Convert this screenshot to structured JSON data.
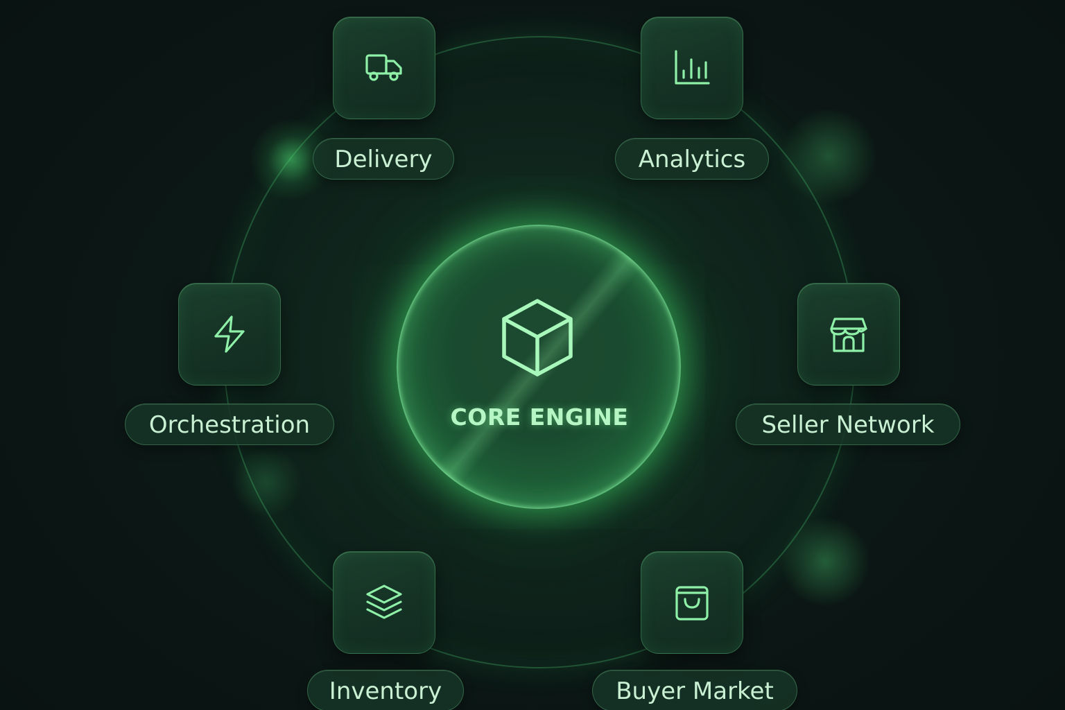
{
  "core": {
    "label": "CORE ENGINE",
    "icon": "cube-icon"
  },
  "nodes": {
    "delivery": {
      "label": "Delivery",
      "icon": "truck-icon"
    },
    "analytics": {
      "label": "Analytics",
      "icon": "bar-chart-icon"
    },
    "orchestration": {
      "label": "Orchestration",
      "icon": "lightning-icon"
    },
    "seller_network": {
      "label": "Seller Network",
      "icon": "storefront-icon"
    },
    "inventory": {
      "label": "Inventory",
      "icon": "layers-icon"
    },
    "buyer_market": {
      "label": "Buyer Market",
      "icon": "shopping-bag-icon"
    }
  },
  "colors": {
    "background": "#0c1614",
    "accent": "#8ff0a8",
    "core_glow": "#46e66e",
    "label_text": "#c9f0d2"
  }
}
